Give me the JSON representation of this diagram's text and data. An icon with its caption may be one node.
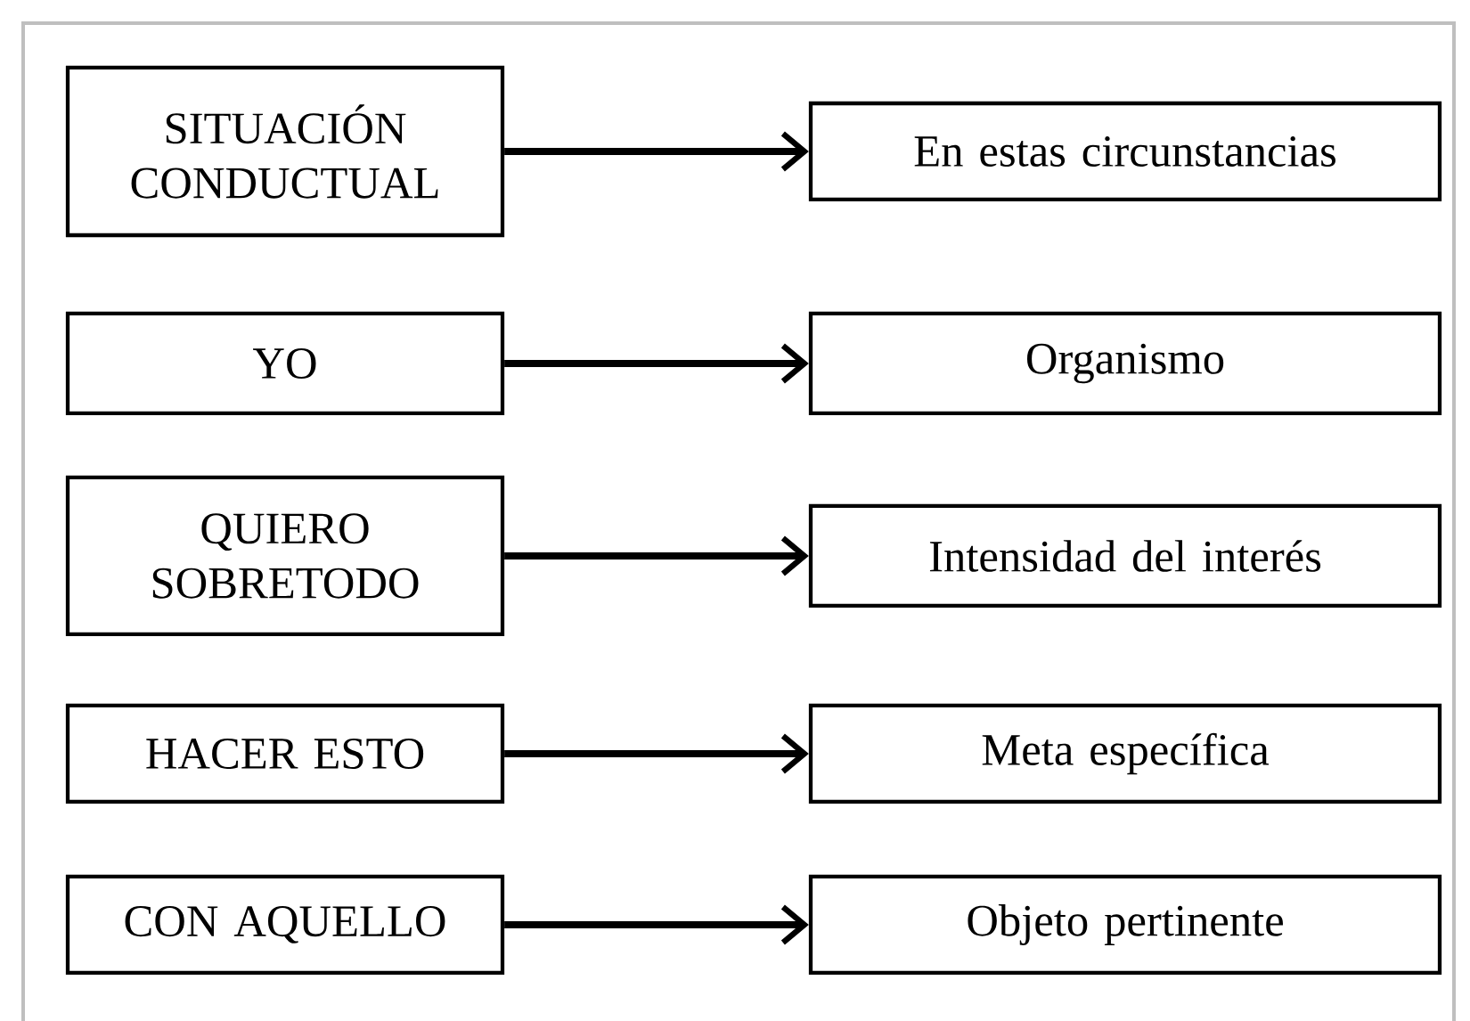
{
  "diagram": {
    "nodes": [
      {
        "text": [
          "SITUACIÓN CONDUCTUAL"
        ]
      },
      {
        "text": [
          "YO"
        ]
      },
      {
        "text": [
          "QUIERO SOBRETODO"
        ]
      },
      {
        "text": [
          "HACER ESTO"
        ]
      },
      {
        "text": [
          "CON AQUELLO"
        ]
      },
      {
        "text": [
          "En estas circunstancias"
        ]
      },
      {
        "text": [
          "Organismo"
        ]
      },
      {
        "text": [
          "Intensidad del interés"
        ]
      },
      {
        "text": [
          "Meta específica"
        ]
      },
      {
        "text": [
          "Objeto pertinente"
        ]
      }
    ],
    "edges": [
      {
        "from": 0,
        "to": 5,
        "arrow": "to"
      },
      {
        "from": 1,
        "to": 6,
        "arrow": "to"
      },
      {
        "from": 2,
        "to": 7,
        "arrow": "to"
      },
      {
        "from": 3,
        "to": 8,
        "arrow": "to"
      },
      {
        "from": 4,
        "to": 9,
        "arrow": "to"
      }
    ]
  }
}
